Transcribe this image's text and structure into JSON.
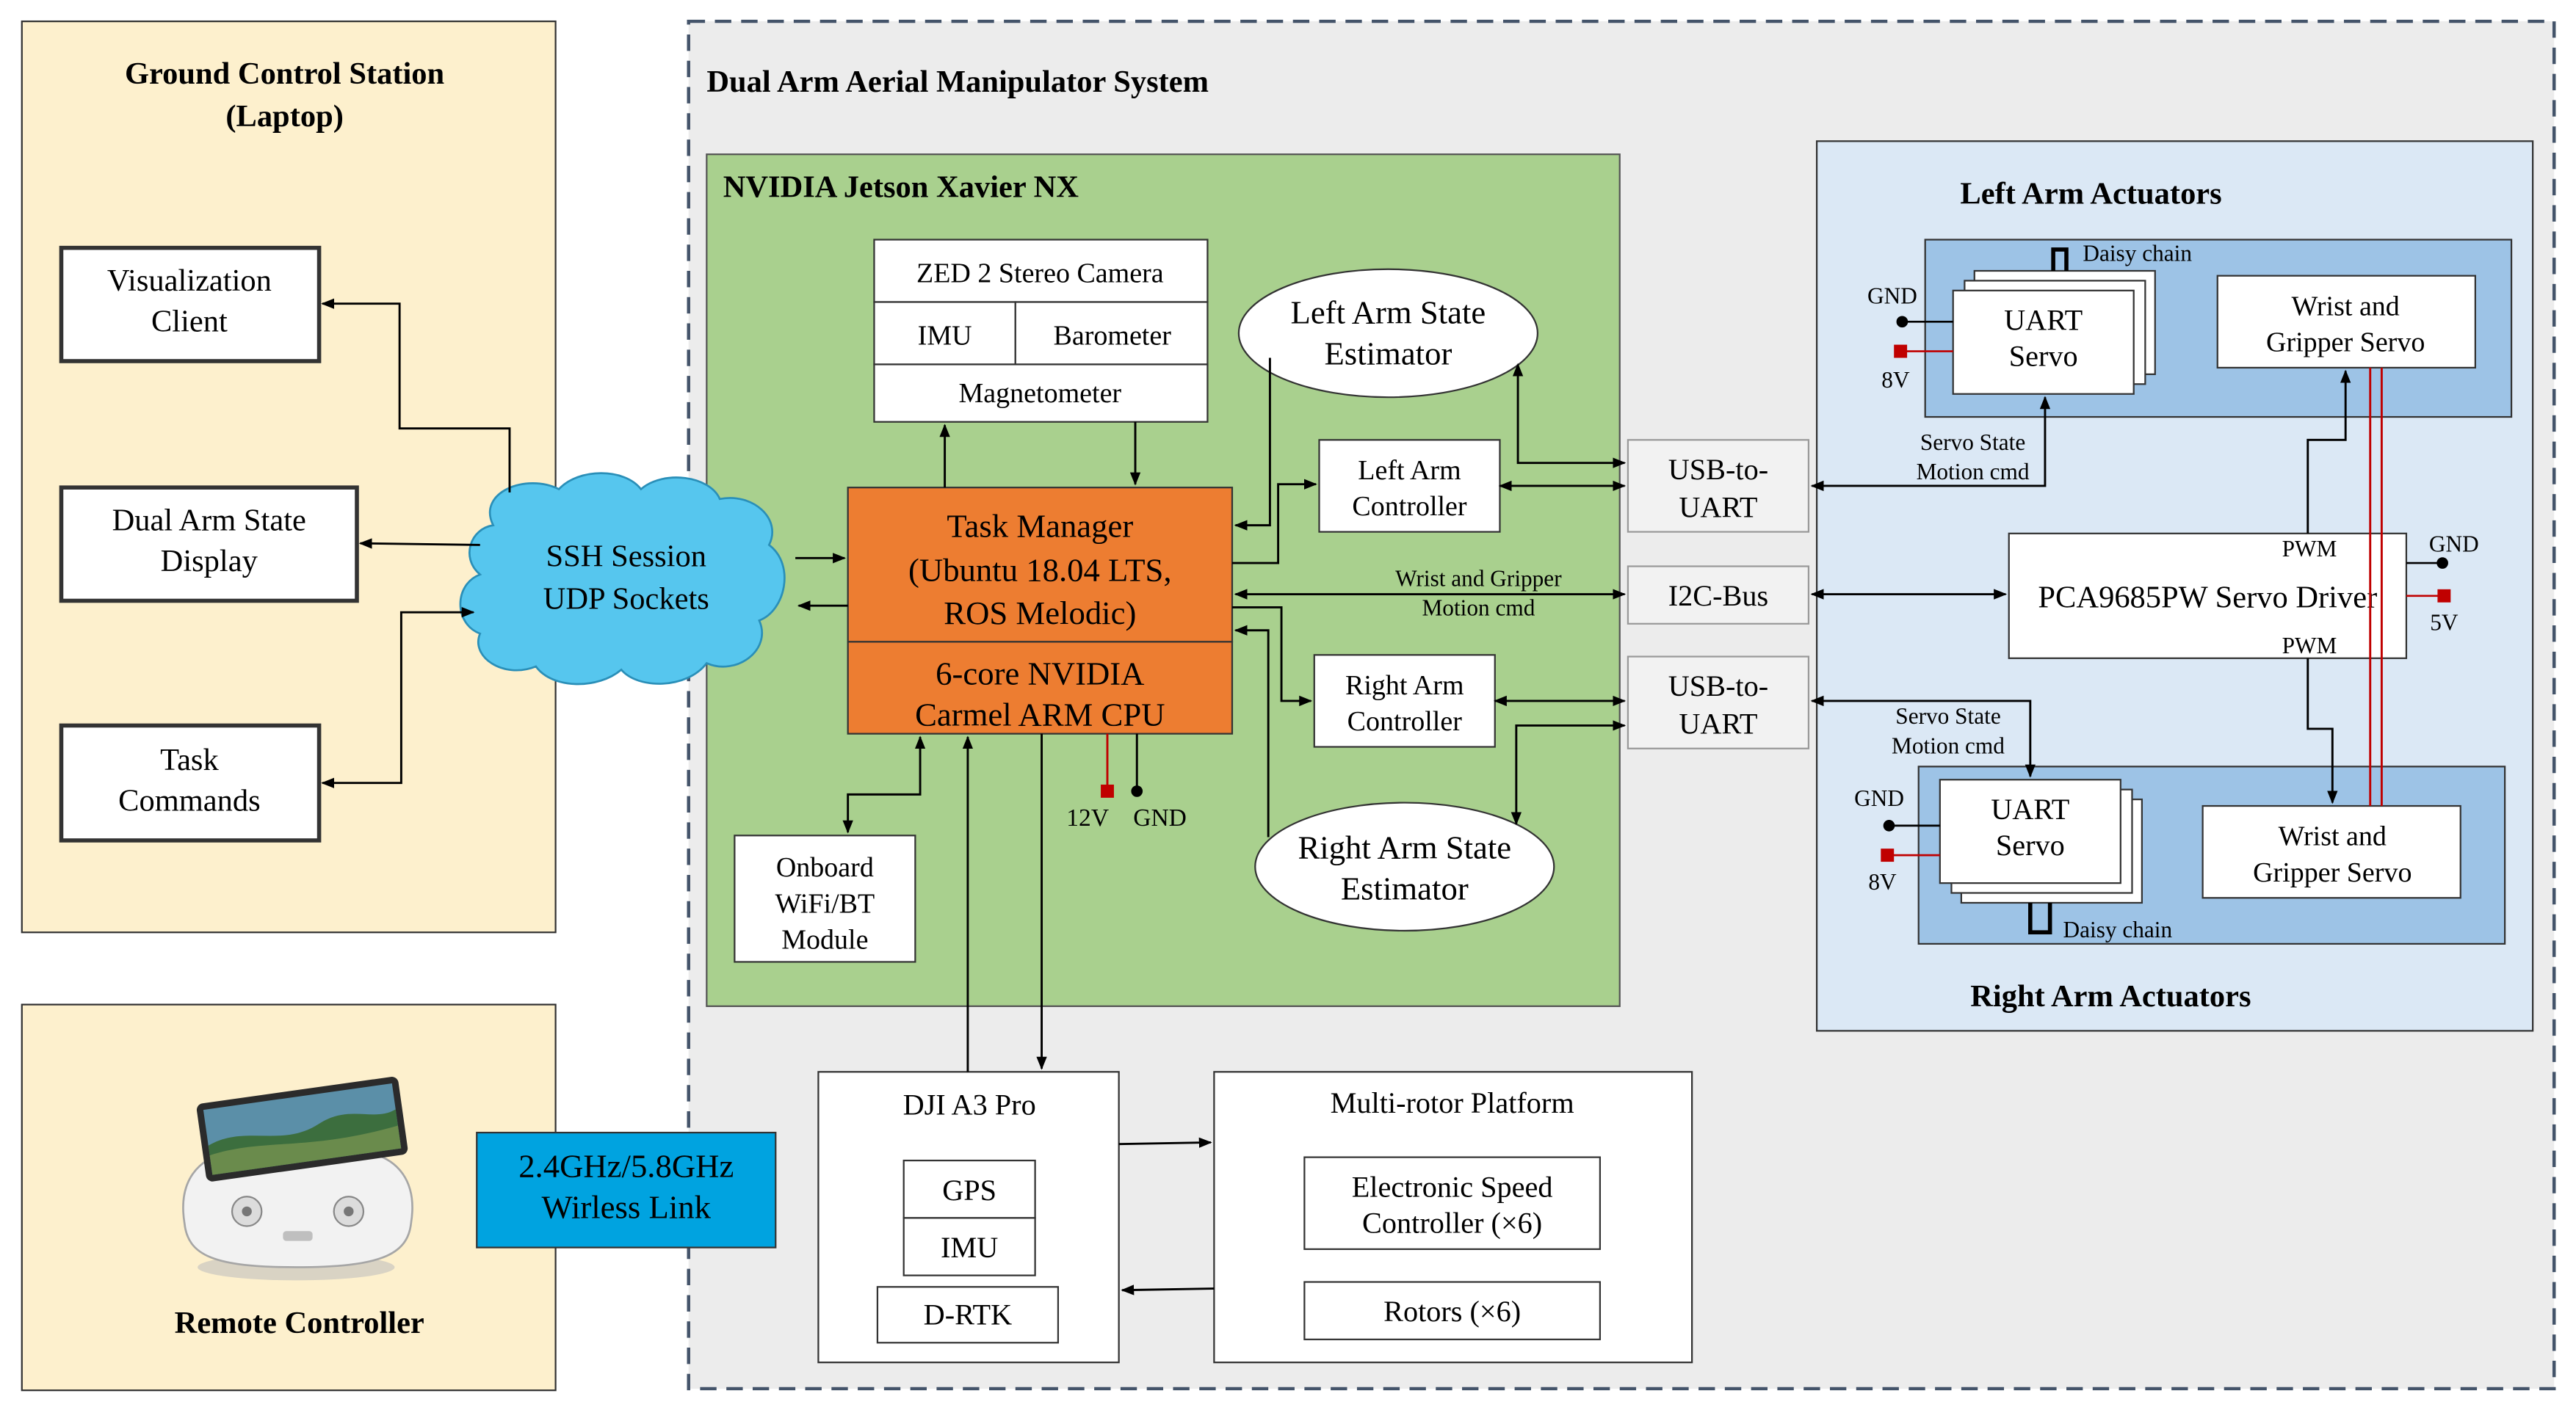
{
  "colors": {
    "ground_panel": "#fdf0cd",
    "system_panel": "#ececec",
    "jetson_panel": "#a9d08e",
    "actuator_panel": "#dbe8f5",
    "servo_group": "#9dc3e6",
    "task_manager": "#ed7d31",
    "cloud": "#56c6ee",
    "wireless_link": "#00a3e0",
    "power_pin": "#c00000"
  },
  "ground_station": {
    "title_line1": "Ground Control Station",
    "title_line2": "(Laptop)",
    "visualization": [
      "Visualization",
      "Client"
    ],
    "state_display": [
      "Dual Arm State",
      "Display"
    ],
    "task_commands": [
      "Task",
      "Commands"
    ]
  },
  "network": {
    "cloud_line1": "SSH Session",
    "cloud_line2": "UDP Sockets"
  },
  "remote": {
    "title": "Remote Controller",
    "link_line1": "2.4GHz/5.8GHz",
    "link_line2": "Wirless Link"
  },
  "system": {
    "title": "Dual Arm Aerial Manipulator System"
  },
  "jetson": {
    "title": "NVIDIA Jetson Xavier NX",
    "camera": "ZED 2 Stereo Camera",
    "imu": "IMU",
    "barometer": "Barometer",
    "magnetometer": "Magnetometer",
    "task_manager": [
      "Task Manager",
      "(Ubuntu 18.04 LTS,",
      "ROS Melodic)"
    ],
    "cpu": [
      "6-core NVIDIA",
      "Carmel ARM CPU"
    ],
    "v12": "12V",
    "gnd": "GND",
    "wifi": [
      "Onboard",
      "WiFi/BT",
      "Module"
    ],
    "left_estimator": [
      "Left Arm State",
      "Estimator"
    ],
    "right_estimator": [
      "Right Arm State",
      "Estimator"
    ],
    "left_controller": [
      "Left Arm",
      "Controller"
    ],
    "right_controller": [
      "Right Arm",
      "Controller"
    ],
    "wrist_cmd": [
      "Wrist and Gripper",
      "Motion cmd"
    ]
  },
  "bus": {
    "usb_uart": [
      "USB-to-",
      "UART"
    ],
    "i2c": "I2C-Bus"
  },
  "actuators": {
    "left_title": "Left Arm Actuators",
    "right_title": "Right Arm Actuators",
    "uart_servo": [
      "UART",
      "Servo"
    ],
    "wrist_servo": [
      "Wrist and",
      "Gripper Servo"
    ],
    "daisy": "Daisy chain",
    "gnd": "GND",
    "v8": "8V",
    "servo_state": [
      "Servo State",
      "Motion cmd"
    ],
    "pca": "PCA9685PW Servo Driver",
    "pwm": "PWM",
    "v5": "5V"
  },
  "flight": {
    "dji": "DJI A3 Pro",
    "gps": "GPS",
    "imu": "IMU",
    "drtk": "D-RTK",
    "platform": "Multi-rotor Platform",
    "esc": [
      "Electronic Speed",
      "Controller (×6)"
    ],
    "rotors": "Rotors (×6)"
  }
}
